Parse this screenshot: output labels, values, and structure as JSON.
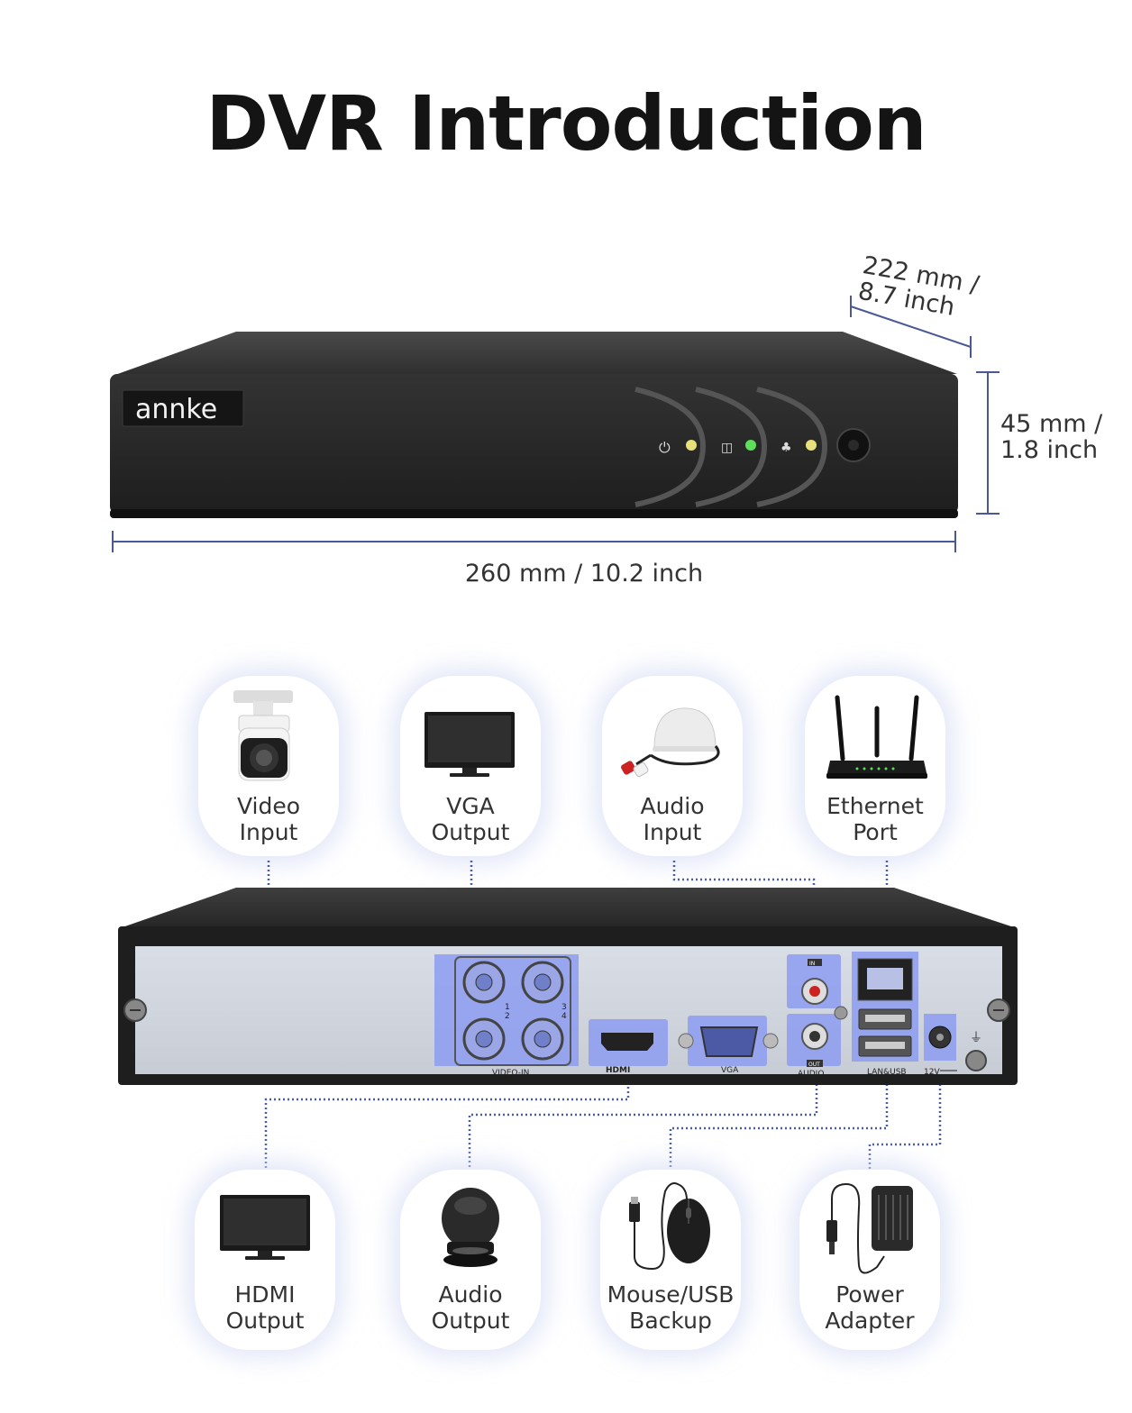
{
  "title": "DVR Introduction",
  "brand": "annke",
  "dimensions": {
    "depth": [
      "222 mm /",
      "8.7 inch"
    ],
    "height": [
      "45 mm /",
      "1.8 inch"
    ],
    "width": "260 mm / 10.2 inch"
  },
  "top_ports": [
    {
      "label": [
        "Video",
        "Input"
      ],
      "icon": "camera-icon"
    },
    {
      "label": [
        "VGA",
        "Output"
      ],
      "icon": "monitor-icon"
    },
    {
      "label": [
        "Audio",
        "Input"
      ],
      "icon": "microphone-icon"
    },
    {
      "label": [
        "Ethernet",
        "Port"
      ],
      "icon": "router-icon"
    }
  ],
  "bottom_ports": [
    {
      "label": [
        "HDMI",
        "Output"
      ],
      "icon": "monitor-icon"
    },
    {
      "label": [
        "Audio",
        "Output"
      ],
      "icon": "speaker-icon"
    },
    {
      "label": [
        "Mouse/USB",
        "Backup"
      ],
      "icon": "mouse-icon"
    },
    {
      "label": [
        "Power",
        "Adapter"
      ],
      "icon": "power-adapter-icon"
    }
  ],
  "panel_labels": {
    "video_in": "VIDEO-IN",
    "hdmi": "HDMI",
    "vga": "VGA",
    "audio": "AUDIO",
    "audio_in": "IN",
    "audio_out": "OUT",
    "lan_usb": "LAN&USB",
    "power": "12V",
    "ch1": "1",
    "ch2": "2",
    "ch3": "3",
    "ch4": "4"
  },
  "colors": {
    "highlight": "#8c9cf0",
    "dotted_line": "#4a5ba8",
    "dimension_line": "#4a5896",
    "led_yellow": "#e8e07a",
    "led_green": "#5ce05c"
  }
}
